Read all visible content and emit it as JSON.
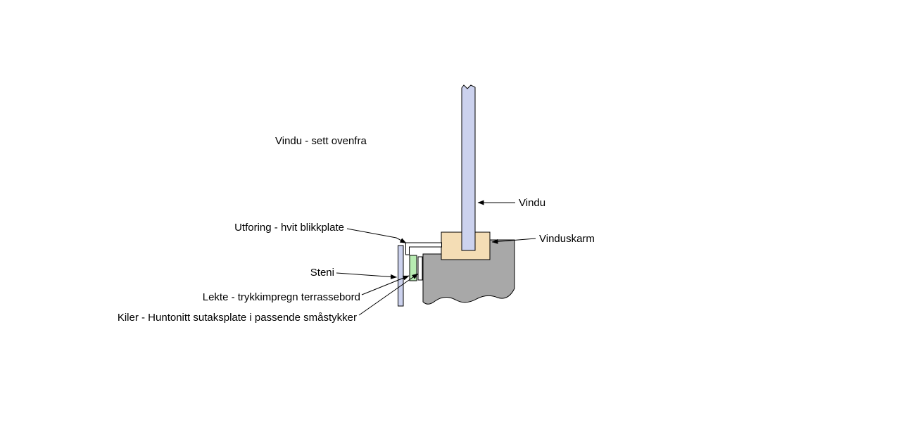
{
  "diagram": {
    "title": "Vindu - sett ovenfra",
    "labels": {
      "vindu": "Vindu",
      "vinduskarm": "Vinduskarm",
      "utforing": "Utforing - hvit blikkplate",
      "steni": "Steni",
      "lekte": "Lekte - trykkimpregn terrassebord",
      "kiler": "Kiler - Huntonitt sutaksplate i passende småstykker"
    },
    "colors": {
      "background": "#ffffff",
      "outline": "#000000",
      "window_glass": "#ccd2ee",
      "window_frame": "#f4ddb5",
      "wall": "#a8a8a8",
      "steni_panel": "#ccd2ee",
      "lekte_green": "#b8ecb2",
      "plate_white": "#ffffff"
    }
  }
}
